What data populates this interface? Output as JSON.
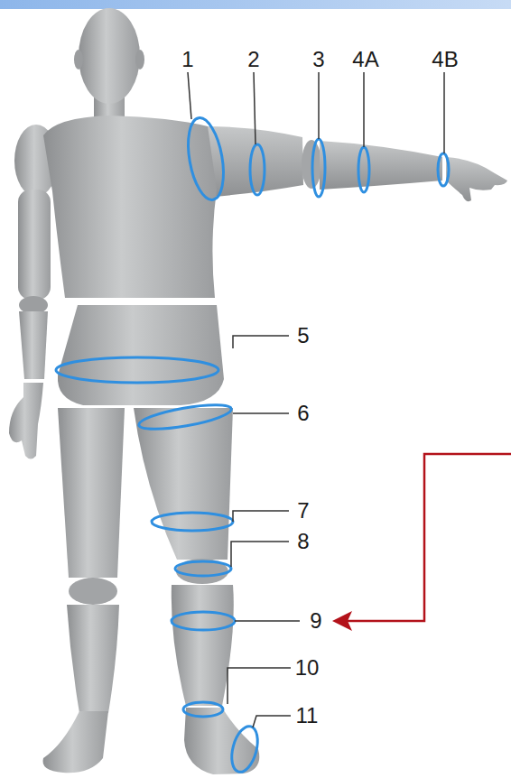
{
  "diagram": {
    "labels": [
      "1",
      "2",
      "3",
      "4A",
      "4B",
      "5",
      "6",
      "7",
      "8",
      "9",
      "10",
      "11"
    ]
  }
}
